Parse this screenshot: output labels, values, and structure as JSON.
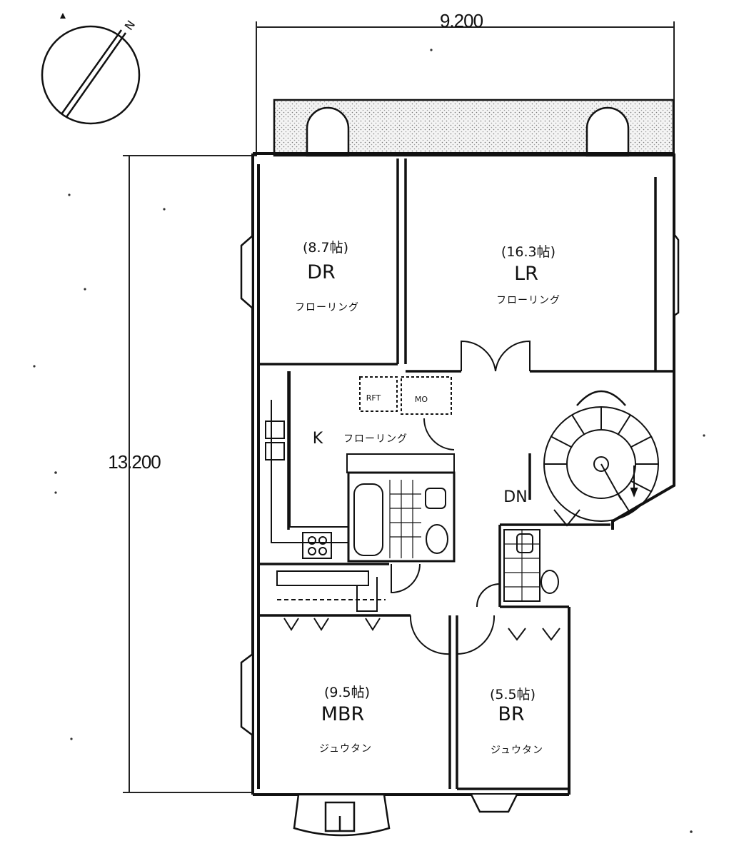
{
  "dimensions": {
    "width": "9.200",
    "depth": "13.200"
  },
  "compass": {
    "north": "N"
  },
  "rooms": {
    "dr": {
      "tatami": "(8.7帖)",
      "name": "DR",
      "floor": "フローリング"
    },
    "lr": {
      "tatami": "(16.3帖)",
      "name": "LR",
      "floor": "フローリング"
    },
    "k": {
      "name": "K",
      "floor": "フローリング"
    },
    "mbr": {
      "tatami": "(9.5帖)",
      "name": "MBR",
      "floor": "ジュウタン"
    },
    "br": {
      "tatami": "(5.5帖)",
      "name": "BR",
      "floor": "ジュウタン"
    }
  },
  "fixtures": {
    "refrigerator": "RFT",
    "microwave": "MO"
  },
  "stairs": {
    "label": "DN"
  }
}
